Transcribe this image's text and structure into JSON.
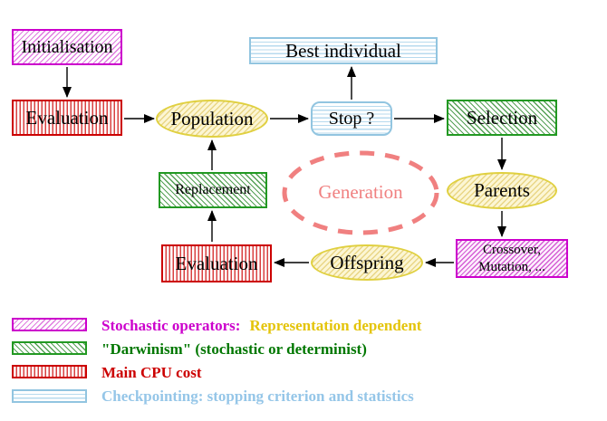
{
  "diagram": {
    "nodes": {
      "initialisation": "Initialisation",
      "evaluation_top": "Evaluation",
      "population": "Population",
      "best_individual": "Best individual",
      "stop": "Stop ?",
      "selection": "Selection",
      "parents": "Parents",
      "crossover_line1": "Crossover,",
      "crossover_line2": "Mutation, ...",
      "offspring": "Offspring",
      "evaluation_bottom": "Evaluation",
      "replacement": "Replacement",
      "generation": "Generation"
    }
  },
  "legend": {
    "items": [
      {
        "swatch": "magenta-diagonal-hatch",
        "text_primary": "Stochastic operators:",
        "text_secondary": "Representation dependent",
        "color_primary": "#cc00cc",
        "color_secondary": "#e4c40a"
      },
      {
        "swatch": "green-diagonal-hatch",
        "text": "\"Darwinism\" (stochastic or determinist)",
        "color": "#007700"
      },
      {
        "swatch": "red-vertical-stripes",
        "text": "Main CPU cost",
        "color": "#cc0000"
      },
      {
        "swatch": "cyan-horizontal-stripes",
        "text": "Checkpointing: stopping criterion and statistics",
        "color": "#95c6e8"
      }
    ]
  },
  "colors": {
    "magenta": "#cc00cc",
    "red": "#cc0000",
    "green": "#229922",
    "yellow_border": "#e0d040",
    "cyan_border": "#92c5e0",
    "salmon": "#f08080",
    "node_text": "#000000",
    "background": "#ffffff"
  }
}
